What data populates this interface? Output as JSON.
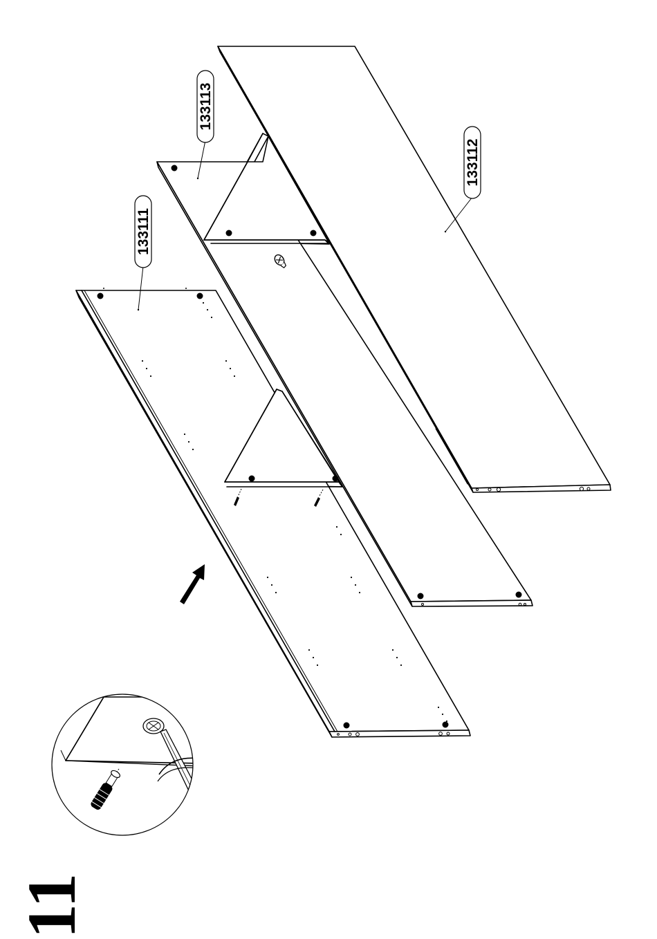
{
  "step": {
    "number": "11"
  },
  "parts": [
    {
      "id": "133111"
    },
    {
      "id": "133112"
    },
    {
      "id": "133113"
    }
  ],
  "icons": {
    "direction": "arrow-icon",
    "detail": "screwdriver-detail-icon",
    "connector": "cam-lock-icon",
    "dowel": "dowel-icon"
  }
}
